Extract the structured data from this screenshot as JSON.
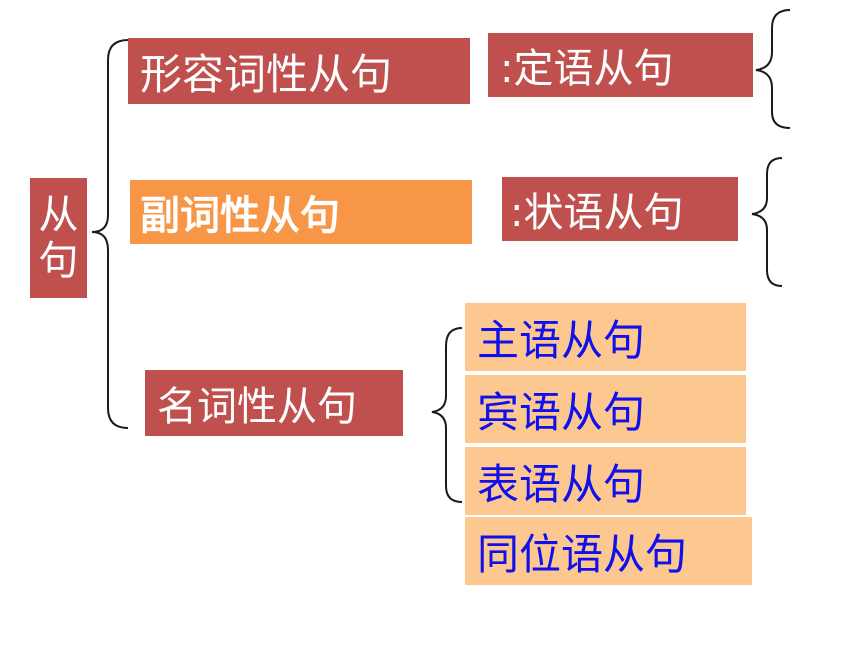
{
  "root": {
    "label_line1": "从",
    "label_line2": "句"
  },
  "branches": [
    {
      "category": "形容词性从句",
      "subtype": ":定语从句"
    },
    {
      "category": "副词性从句",
      "subtype": ":状语从句"
    },
    {
      "category": "名词性从句"
    }
  ],
  "noun_clauses": [
    "主语从句",
    "宾语从句",
    "表语从句",
    "同位语从句"
  ],
  "colors": {
    "red": "#c0504d",
    "orange": "#f79646",
    "peach": "#fcc88f",
    "blue_text": "#1010ee"
  }
}
